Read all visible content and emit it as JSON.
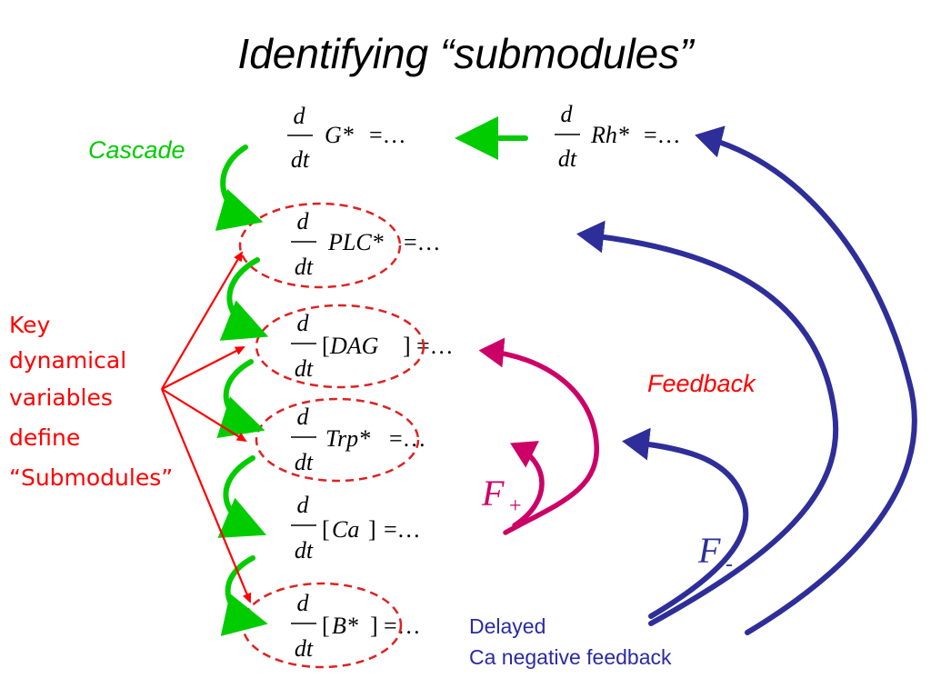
{
  "title": "Identifying “submodules”",
  "equations": {
    "numerator": "d",
    "denominator": "dt",
    "ellipsis": "=…",
    "rows": [
      {
        "var": "G*"
      },
      {
        "var": "Rh*"
      },
      {
        "var": "PLC*"
      },
      {
        "var": "DAG"
      },
      {
        "var": "Trp*"
      },
      {
        "var": "Ca"
      },
      {
        "var": "B*"
      }
    ]
  },
  "labels": {
    "cascade": "Cascade",
    "feedback": "Feedback",
    "key_lines": [
      "Key",
      "dynamical",
      "variables",
      "define",
      "“Submodules”"
    ],
    "f_plus_main": "F",
    "f_plus_sub": "+",
    "f_minus_main": "F",
    "f_minus_sub": "-",
    "delayed_lines": [
      "Delayed",
      "Ca negative feedback"
    ]
  },
  "colors": {
    "cascade": "#00cc00",
    "key": "#ff0000",
    "ellipse": "#e02020",
    "positive_feedback": "#cc0066",
    "negative_feedback": "#2e2e9a"
  }
}
